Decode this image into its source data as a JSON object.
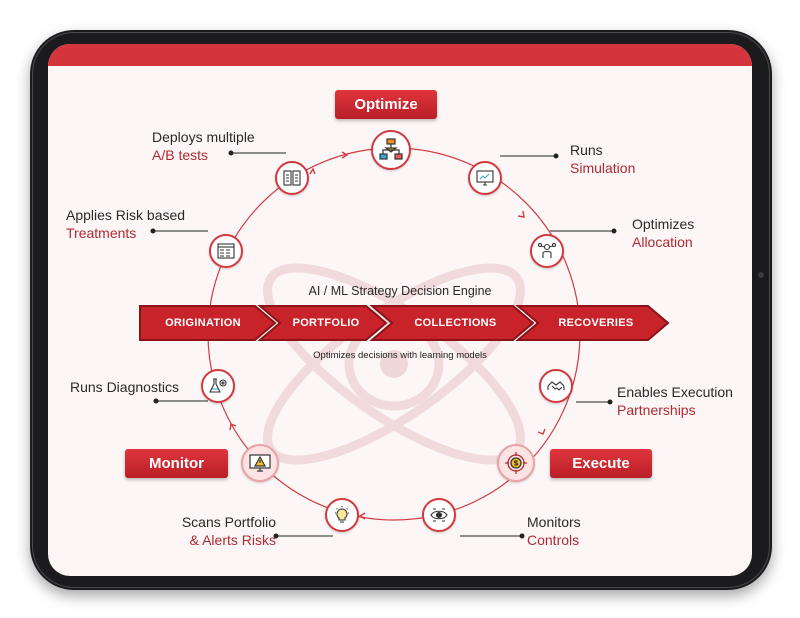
{
  "optimize_label": "Optimize",
  "monitor_label": "Monitor",
  "execute_label": "Execute",
  "engine_title": "AI / ML Strategy Decision Engine",
  "engine_subtitle": "Optimizes decisions with learning models",
  "stages": [
    "ORIGINATION",
    "PORTFOLIO",
    "COLLECTIONS",
    "RECOVERIES"
  ],
  "steps": [
    {
      "line1": "Deploys multiple",
      "line2": "A/B tests",
      "icon": "clipboard-tests-icon"
    },
    {
      "line1": "Runs",
      "line2": "Simulation",
      "icon": "monitor-chart-icon"
    },
    {
      "line1": "Optimizes",
      "line2": "Allocation",
      "icon": "people-network-icon"
    },
    {
      "line1": "Enables Execution",
      "line2": "Partnerships",
      "icon": "handshake-icon"
    },
    {
      "line1": "Monitors",
      "line2": "Controls",
      "icon": "eye-controls-icon"
    },
    {
      "line1": "Scans Portfolio",
      "line2": "& Alerts Risks",
      "icon": "lightbulb-alert-icon"
    },
    {
      "line1": "Runs Diagnostics",
      "line2": "",
      "icon": "flask-gear-icon"
    },
    {
      "line1": "Applies Risk based",
      "line2": "Treatments",
      "icon": "browser-list-icon"
    }
  ],
  "hub_icons": {
    "optimize": "flowchart-icon",
    "monitor": "warning-monitor-icon",
    "execute": "target-dollar-icon"
  },
  "colors": {
    "accent": "#d4343b",
    "dark_red": "#b02b31",
    "bezel": "#1b1b1d",
    "screen": "#fcf6f6"
  }
}
